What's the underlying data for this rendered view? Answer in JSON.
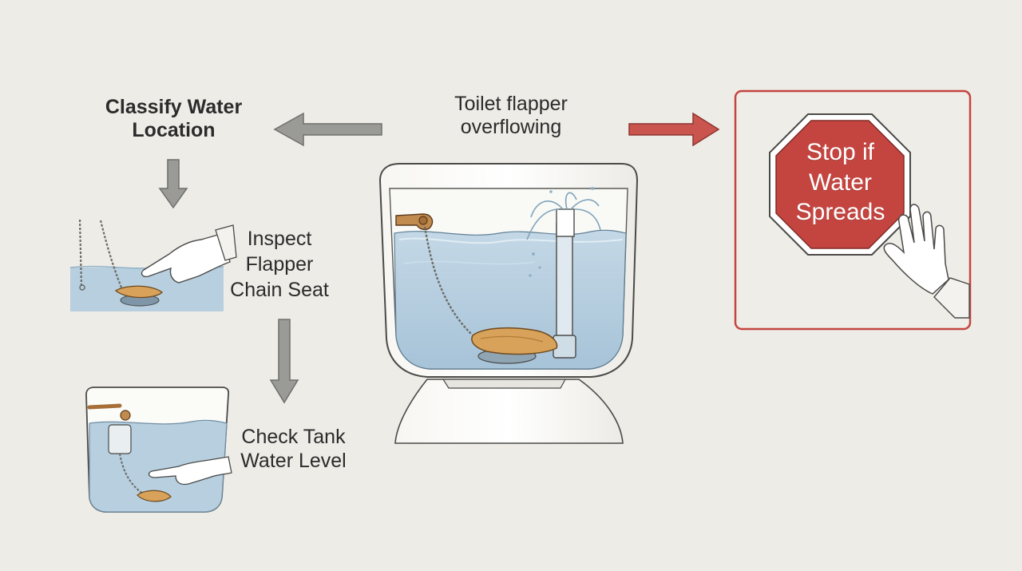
{
  "title": "Toilet flapper overflowing",
  "steps": {
    "classify": "Classify Water Location",
    "inspect": "Inspect Flapper Chain Seat",
    "check": "Check Tank Water Level"
  },
  "warning": {
    "text": "Stop if Water Spreads"
  },
  "colors": {
    "background": "#eeece7",
    "warning_red": "#c44540",
    "arrow_gray": "#8a8a86",
    "water": "#b7cfdf",
    "flapper": "#d8a25a"
  }
}
